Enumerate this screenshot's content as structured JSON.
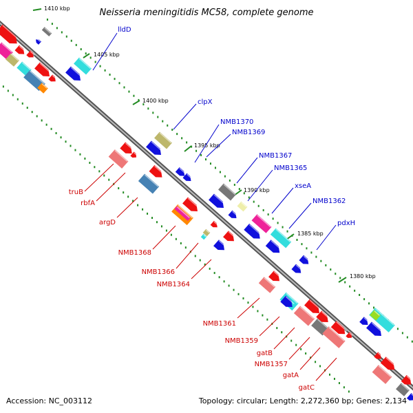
{
  "title": "Neisseria meningitidis MC58, complete genome",
  "footer": {
    "accession": "Accession: NC_003112",
    "summary": "Topology: circular; Length: 2,272,360 bp; Genes: 2,134"
  },
  "kbp_ticks": [
    "1410 kbp",
    "1405 kbp",
    "1400 kbp",
    "1395 kbp",
    "1390 kbp",
    "1385 kbp",
    "1380 kbp"
  ],
  "forward_labels": [
    "lldD",
    "clpX",
    "NMB1370",
    "NMB1369",
    "NMB1367",
    "NMB1365",
    "xseA",
    "NMB1362",
    "pdxH"
  ],
  "reverse_labels": [
    "truB",
    "rbfA",
    "argD",
    "NMB1368",
    "NMB1366",
    "NMB1364",
    "NMB1361",
    "NMB1359",
    "gatB",
    "NMB1357",
    "gatA",
    "gatC"
  ],
  "colors": {
    "backbone": "#888888",
    "tick": "#228b22",
    "forward_label": "#0000cc",
    "reverse_label": "#cc0000",
    "gene_blue": "#1010dd",
    "gene_red": "#ee1111",
    "gene_cyan": "#33dddd",
    "gene_khaki": "#bdb76b",
    "gene_steel": "#4682b4",
    "gene_pink": "#ee7777",
    "gene_magenta": "#ee2299",
    "gene_gray": "#777777",
    "gene_lime": "#99dd22",
    "gene_yellow": "#eeeeaa",
    "gene_orange": "#ff8800"
  }
}
